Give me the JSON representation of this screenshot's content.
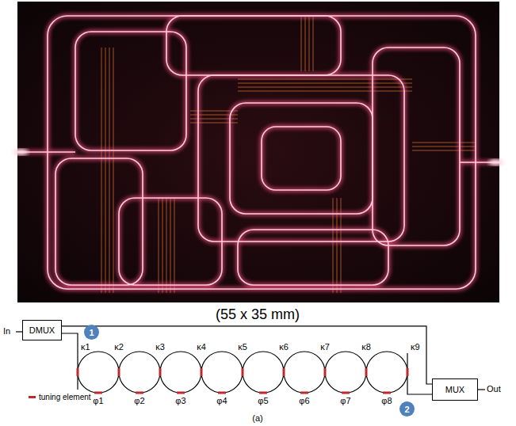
{
  "diagram": {
    "nodes": [
      {
        "text": [
          "DMUX"
        ]
      },
      {
        "text": [
          "MUX"
        ]
      },
      {
        "text": [
          "1"
        ]
      },
      {
        "text": [
          "2"
        ]
      }
    ],
    "edges": [
      {
        "from": 0,
        "to": 1,
        "arrow": "none"
      }
    ],
    "labels": [
      "(55 x 35 mm)",
      "In",
      "κ1",
      "κ2",
      "κ3",
      "κ4",
      "κ5",
      "κ6",
      "κ7",
      "κ8",
      "κ9",
      "φ1",
      "φ2",
      "φ3",
      "φ4",
      "φ5",
      "φ6",
      "φ7",
      "φ8",
      "Out",
      "(a)"
    ],
    "legend": [
      {
        "text": "tuning element",
        "color": "#c0282d"
      }
    ]
  }
}
